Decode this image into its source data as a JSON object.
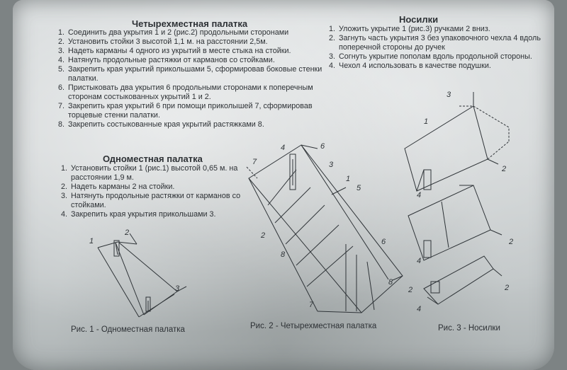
{
  "four_tent": {
    "title": "Четырехместная палатка",
    "steps": [
      "Соединить два укрытия  1 и 2 (рис.2) продольными сторонами",
      "Установить стойки 3 высотой 1,1 м. на расстоянии 2,5м.",
      "Надеть карманы  4 одного из укрытий в месте стыка на стойки.",
      "Натянуть продольные растяжки от карманов со стойками.",
      "Закрепить края укрытий прикольшами  5, сформировав боковые стенки палатки.",
      "Пристыковать два укрытия 6 продольными сторонами к поперечным сторонам состыкованных укрытий 1 и 2.",
      "Закрепить края укрытий 6 при помощи приколышей  7, сформировав торцевые стенки палатки.",
      "Закрепить состыкованные края укрытий растяжками 8."
    ]
  },
  "one_tent": {
    "title": "Одноместная палатка",
    "steps": [
      "Установить стойки 1 (рис.1) высотой 0,65 м. на расстоянии 1,9 м.",
      "Надеть карманы 2 на стойки.",
      "Натянуть продольные растяжки от карманов со стойками.",
      "Закрепить края укрытия прикольшами  3."
    ]
  },
  "stretcher": {
    "title": "Носилки",
    "steps": [
      "Уложить укрытие 1 (рис.3) ручками 2 вниз.",
      "Загнуть часть укрытия 3 без упаковочного чехла 4 вдоль поперечной стороны до ручек",
      "Согнуть укрытие пополам вдоль продольной стороны.",
      "Чехол 4  использовать в качестве подушки."
    ]
  },
  "captions": {
    "fig1": "Рис. 1 - Одноместная палатка",
    "fig2": "Рис. 2 - Четырехместная палатка",
    "fig3": "Рис. 3 - Носилки"
  },
  "labels": {
    "fig1": [
      "1",
      "2",
      "3"
    ],
    "fig2": [
      "7",
      "4",
      "6",
      "3",
      "1",
      "5",
      "2",
      "8",
      "6",
      "8",
      "7"
    ],
    "fig3": [
      "3",
      "1",
      "2",
      "4",
      "4",
      "2",
      "2",
      "4",
      "2"
    ]
  }
}
